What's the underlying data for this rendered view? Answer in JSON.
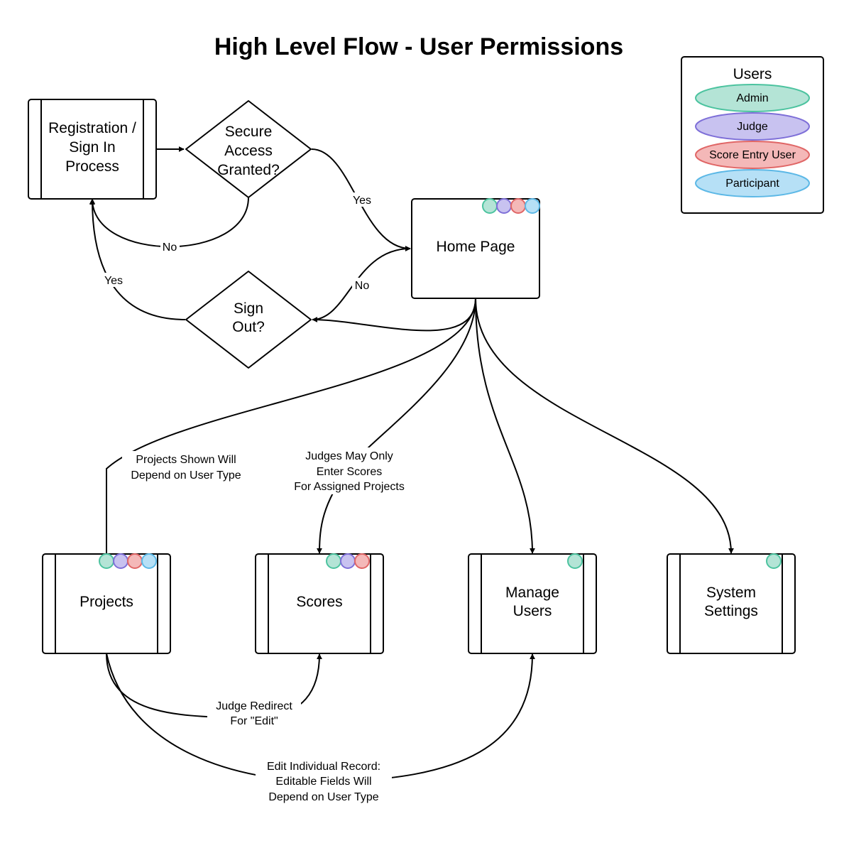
{
  "title": "High Level Flow - User Permissions",
  "legend": {
    "title": "Users",
    "items": [
      {
        "label": "Admin",
        "fill": "#b4e4d6",
        "stroke": "#4cc39f"
      },
      {
        "label": "Judge",
        "fill": "#c8c2f0",
        "stroke": "#7e6fd8"
      },
      {
        "label": "Score Entry User",
        "fill": "#f4b8b8",
        "stroke": "#e06666"
      },
      {
        "label": "Participant",
        "fill": "#b6e0f6",
        "stroke": "#5cb8e6"
      }
    ]
  },
  "nodes": {
    "registration": {
      "lines": [
        "Registration /",
        "Sign In",
        "Process"
      ]
    },
    "secure_access": {
      "lines": [
        "Secure",
        "Access",
        "Granted?"
      ]
    },
    "home_page": {
      "lines": [
        "Home Page"
      ],
      "users": [
        "Admin",
        "Judge",
        "Score Entry User",
        "Participant"
      ]
    },
    "sign_out": {
      "lines": [
        "Sign",
        "Out?"
      ]
    },
    "projects": {
      "lines": [
        "Projects"
      ],
      "users": [
        "Admin",
        "Judge",
        "Score Entry User",
        "Participant"
      ]
    },
    "scores": {
      "lines": [
        "Scores"
      ],
      "users": [
        "Admin",
        "Judge",
        "Score Entry User"
      ]
    },
    "manage_users": {
      "lines": [
        "Manage",
        "Users"
      ],
      "users": [
        "Admin"
      ]
    },
    "system_settings": {
      "lines": [
        "System",
        "Settings"
      ],
      "users": [
        "Admin"
      ]
    }
  },
  "edges": {
    "secure_yes": {
      "lines": [
        "Yes"
      ]
    },
    "secure_no": {
      "lines": [
        "No"
      ]
    },
    "signout_yes": {
      "lines": [
        "Yes"
      ]
    },
    "signout_no": {
      "lines": [
        "No"
      ]
    },
    "projects_label": {
      "lines": [
        "Projects Shown Will",
        "Depend on User Type"
      ]
    },
    "scores_label": {
      "lines": [
        "Judges May Only",
        "Enter Scores",
        "For Assigned Projects"
      ]
    },
    "judge_redirect": {
      "lines": [
        "Judge Redirect",
        "For \"Edit\""
      ]
    },
    "edit_record": {
      "lines": [
        "Edit Individual Record:",
        "Editable Fields Will",
        "Depend on User Type"
      ]
    }
  }
}
